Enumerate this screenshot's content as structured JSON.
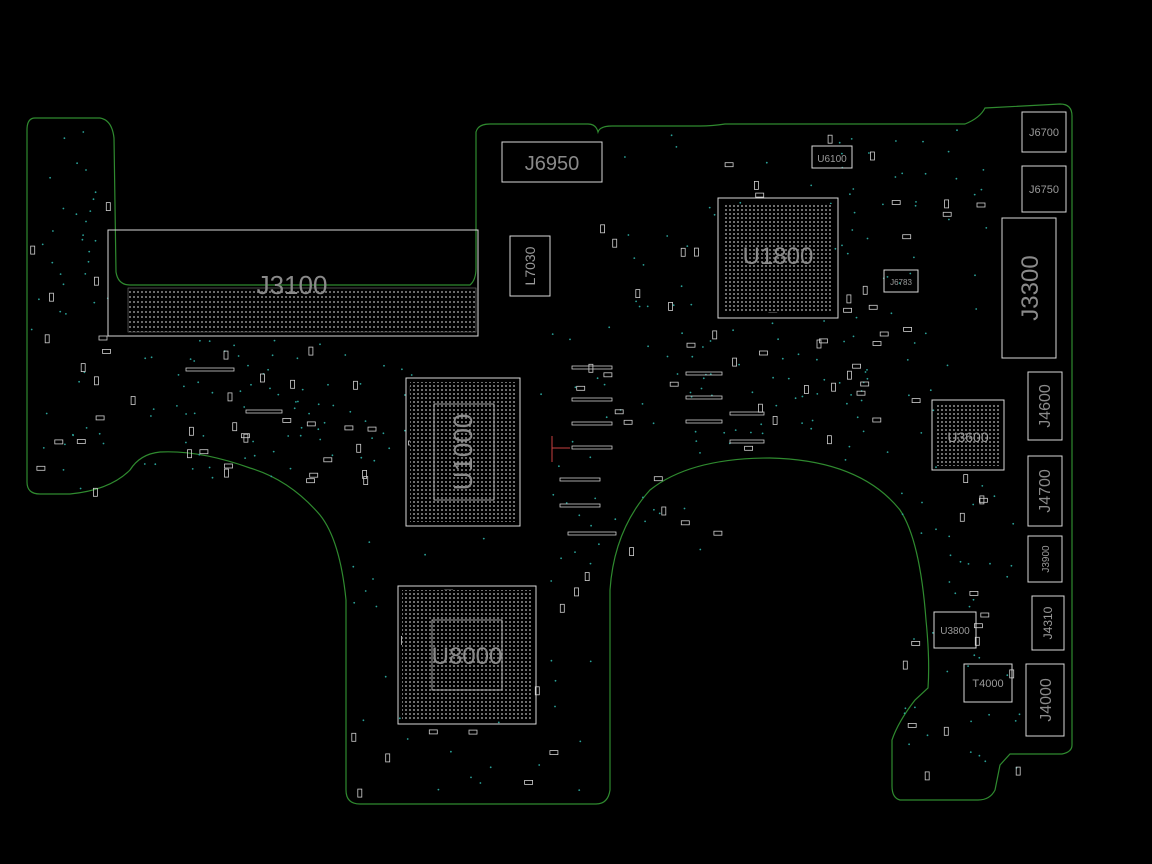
{
  "view": {
    "background": "#000000",
    "outline_color": "#2f8a2f",
    "part_color": "#d8d8d8",
    "label_color": "#8a8a8a",
    "via_color": "#2aa198"
  },
  "components": {
    "j3100": "J3100",
    "j6950": "J6950",
    "l7030": "L7030",
    "u6100": "U6100",
    "u1800": "U1800",
    "j3300": "J3300",
    "j6700": "J6700",
    "j6750": "J6750",
    "u1000": "U1000",
    "u8000": "U8000",
    "j4600": "J4600",
    "u3600": "U3600",
    "j4700": "J4700",
    "j3900": "J3900",
    "j4310": "J4310",
    "u3800": "U3800",
    "t4000": "T4000",
    "j4000": "J4000",
    "j6783": "J6783"
  }
}
